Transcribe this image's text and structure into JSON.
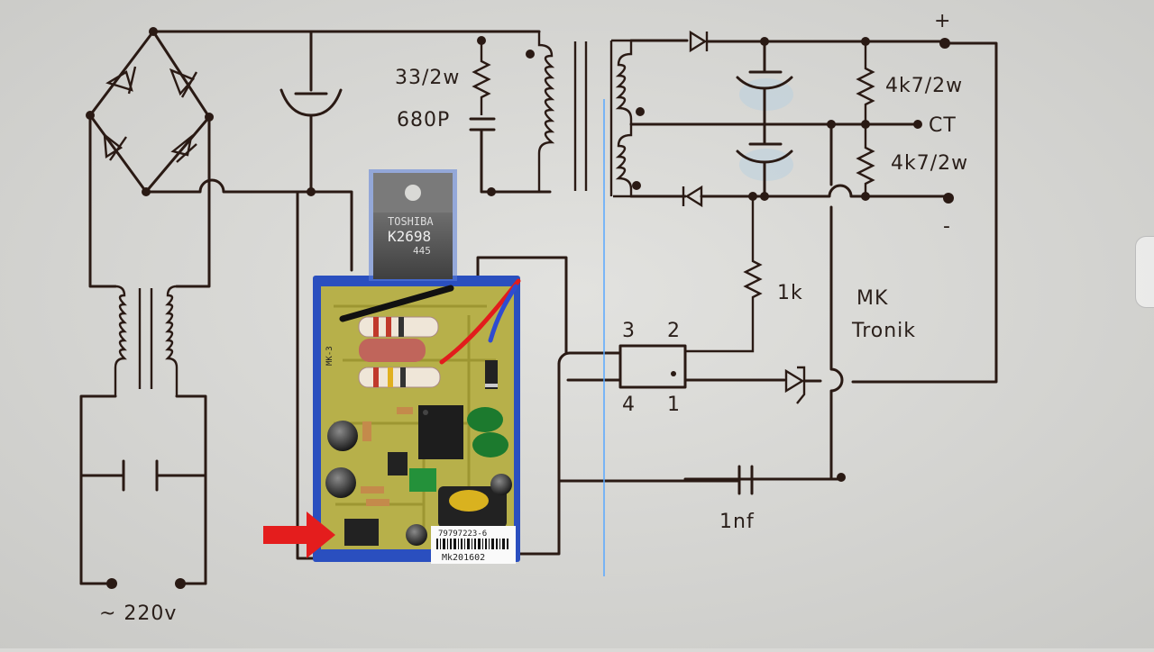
{
  "labels": {
    "resistor_snubber": "33/2w",
    "capacitor_snubber": "680P",
    "res_top": "4k7/2w",
    "res_bottom": "4k7/2w",
    "ct": "CT",
    "plus": "+",
    "minus": "-",
    "res_1k": "1k",
    "brand_title": "MK",
    "brand_sub": "Tronik",
    "opto_pin3": "3",
    "opto_pin2": "2",
    "opto_pin4": "4",
    "opto_pin1": "1",
    "cap_1nf": "1nf",
    "mains": "~ 220v"
  },
  "component": {
    "brand": "TOSHIBA",
    "part": "K2698",
    "code": "445"
  },
  "pcb": {
    "board_mark": "MK-3",
    "barcode_top": "79797223-6",
    "barcode_bottom": "Mk201602"
  },
  "colors": {
    "paper": "#d9d9d6",
    "ink": "#2a1a14",
    "pcb": "#b7b04a",
    "pcb_border": "#2a4fbf",
    "arrow": "#e41d1d",
    "guide_line": "#58a8ff"
  },
  "icons": [
    "bridge-rectifier-icon",
    "transformer-icon",
    "mosfet-icon",
    "optocoupler-icon",
    "zener-diode-icon",
    "red-arrow-icon"
  ]
}
